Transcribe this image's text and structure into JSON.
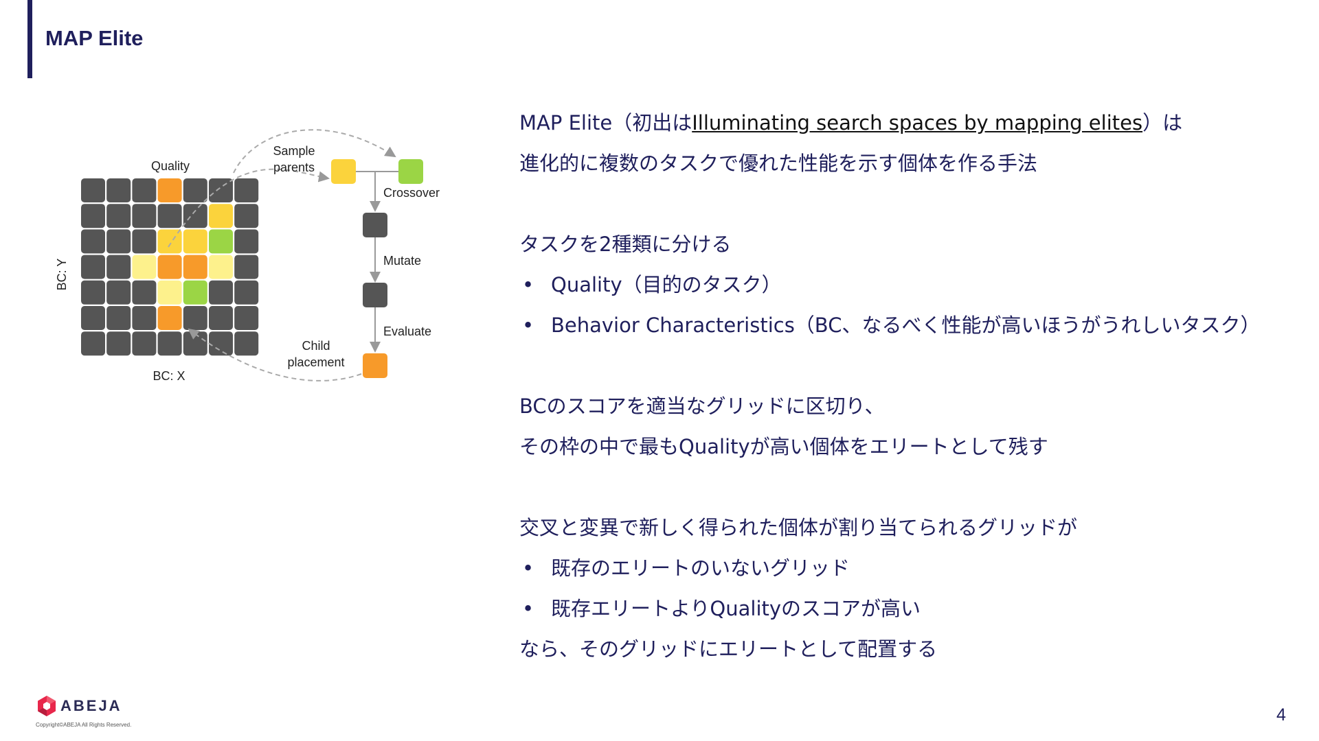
{
  "slide": {
    "title": "MAP Elite",
    "page_number": "4",
    "accent_color": "#1f1f5c"
  },
  "diagram": {
    "labels": {
      "quality": "Quality",
      "bc_y": "BC: Y",
      "bc_x": "BC: X",
      "sample_parents_1": "Sample",
      "sample_parents_2": "parents",
      "crossover": "Crossover",
      "mutate": "Mutate",
      "evaluate": "Evaluate",
      "child_1": "Child",
      "child_2": "placement"
    },
    "colors": {
      "dark": "#555555",
      "light_yellow": "#fdf18c",
      "yellow": "#fbd33c",
      "orange": "#f79a2a",
      "green": "#9bd545"
    },
    "grid": [
      [
        "dark",
        "dark",
        "dark",
        "orange",
        "dark",
        "dark",
        "dark"
      ],
      [
        "dark",
        "dark",
        "dark",
        "dark",
        "dark",
        "yellow",
        "dark"
      ],
      [
        "dark",
        "dark",
        "dark",
        "yellow",
        "yellow",
        "green",
        "dark"
      ],
      [
        "dark",
        "dark",
        "light_yellow",
        "orange",
        "orange",
        "light_yellow",
        "dark"
      ],
      [
        "dark",
        "dark",
        "dark",
        "light_yellow",
        "green",
        "dark",
        "dark"
      ],
      [
        "dark",
        "dark",
        "dark",
        "orange",
        "dark",
        "dark",
        "dark"
      ],
      [
        "dark",
        "dark",
        "dark",
        "dark",
        "dark",
        "dark",
        "dark"
      ]
    ]
  },
  "content": {
    "intro_prefix": "MAP Elite（初出は",
    "intro_link": "Illuminating search spaces by mapping elites",
    "intro_suffix": "）は",
    "intro_line2": "進化的に複数のタスクで優れた性能を示す個体を作る手法",
    "split_heading": "タスクを2種類に分ける",
    "split_items": [
      "Quality（目的のタスク）",
      "Behavior Characteristics（BC、なるべく性能が高いほうがうれしいタスク）"
    ],
    "bc_line1": "BCのスコアを適当なグリッドに区切り、",
    "bc_line2": "その枠の中で最もQualityが高い個体をエリートとして残す",
    "assign_heading": "交叉と変異で新しく得られた個体が割り当てられるグリッドが",
    "assign_items": [
      "既存のエリートのいないグリッド",
      "既存エリートよりQualityのスコアが高い"
    ],
    "assign_footer": "なら、そのグリッドにエリートとして配置する",
    "bullet_char": "•"
  },
  "footer": {
    "logo_text": "ABEJA",
    "copyright": "Copyright©ABEJA All Rights Reserved."
  }
}
